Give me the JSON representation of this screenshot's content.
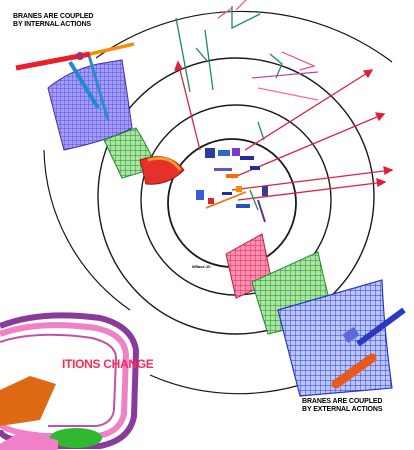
{
  "captions": {
    "internal": "BRANES ARE COUPLED\nBY INTERNAL ACTIONS",
    "external": "BRANES ARE COUPLED\nBY EXTERNAL ACTIONS",
    "conditions": "ITIONS CHANGE",
    "center_fragment": "W5ase-10"
  },
  "colors": {
    "conditions_text": "#ff2a55",
    "rings": "#1a1a1a",
    "mesh_blue": "#3a3fd6",
    "mesh_green": "#2d9a3a",
    "mesh_pink": "#e8386a",
    "mesh_purple": "#7a3fc8",
    "arrow_red": "#e0203a",
    "arrow_orange": "#ff6a00",
    "arrow_green": "#1c8a5c",
    "track_pink": "#f080c8",
    "track_purple": "#8a3a9a",
    "bottom_orange": "#e06a14",
    "bottom_green": "#2fb830"
  }
}
